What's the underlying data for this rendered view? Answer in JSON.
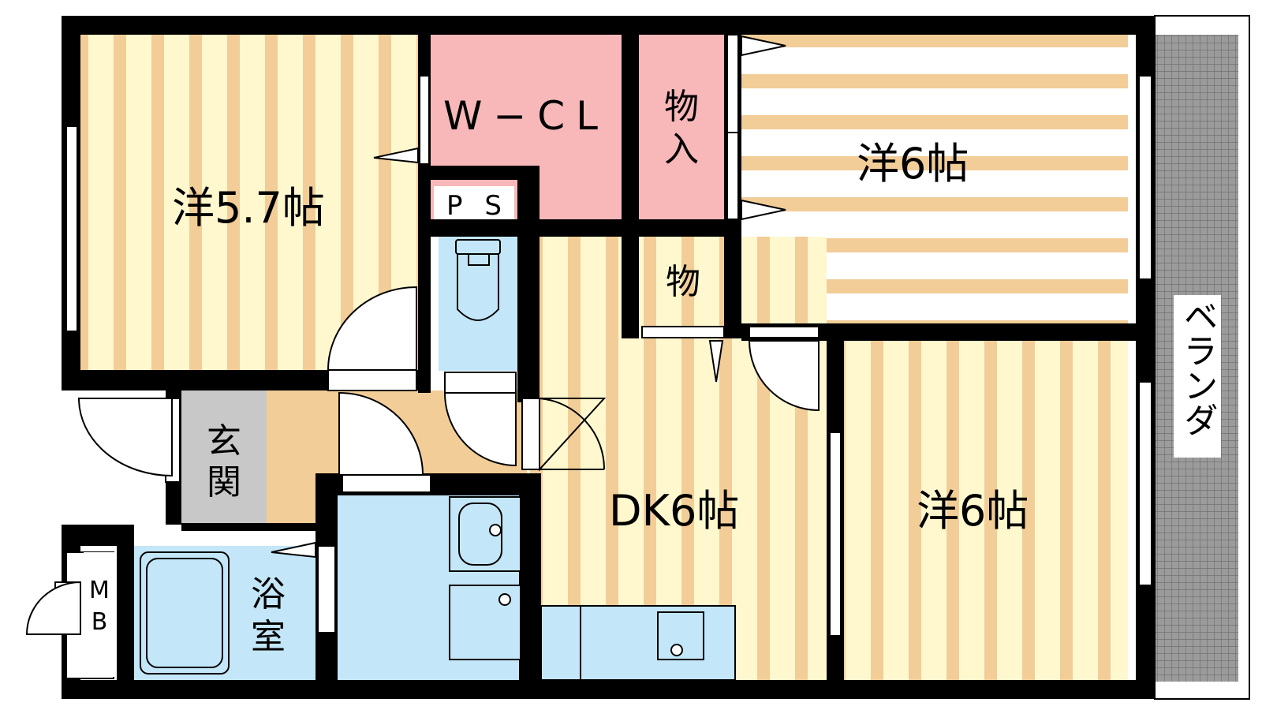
{
  "rooms": {
    "western_left": "洋5.7帖",
    "wcl": "W−CL",
    "storage_top": "物入",
    "western_top_right": "洋6帖",
    "ps": "PS",
    "storage_small": "物",
    "dk": "DK6帖",
    "western_bottom_right": "洋6帖",
    "entrance_line1": "玄",
    "entrance_line2": "関",
    "bath_line1": "浴",
    "bath_line2": "室",
    "mb_line1": "M",
    "mb_line2": "B",
    "veranda": "ベランダ"
  },
  "colors": {
    "wall": "#000000",
    "stripe_tan": "#f2cd98",
    "stripe_cream": "#fff8cf",
    "stripe_white": "#ffffff",
    "closet_pink": "#f8b7b9",
    "wet_blue": "#c3e6f8",
    "entrance_gray": "#c8c8c8",
    "hall_tan": "#f2cd98",
    "veranda_gray": "#9b9b9b"
  }
}
